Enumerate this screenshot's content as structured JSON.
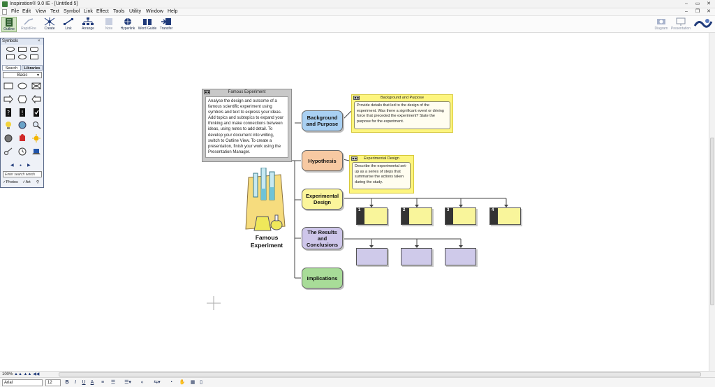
{
  "window": {
    "title": "Inspiration® 9.0 IE - [Untitled 5]"
  },
  "menu": [
    "File",
    "Edit",
    "View",
    "Text",
    "Symbol",
    "Link",
    "Effect",
    "Tools",
    "Utility",
    "Window",
    "Help"
  ],
  "toolbar": {
    "tools": [
      "Outline",
      "RapidFire",
      "Create",
      "Link",
      "Arrange",
      "Note",
      "Hyperlink",
      "Word Guide",
      "Transfer"
    ],
    "right_tools": [
      "Diagram",
      "Presentation"
    ]
  },
  "symbols_panel": {
    "title": "Symbols",
    "tabs": [
      "Search",
      "Libraries"
    ],
    "library": "Basic",
    "search_placeholder": "Enter search words",
    "checks": [
      "Photos",
      "Art"
    ]
  },
  "diagram": {
    "main_idea": "Famous\nExperiment",
    "main_note": {
      "title": "Famous Experiment",
      "body": "Analyse the design and outcome of a famous scientific experiment using symbols and text to express your ideas. Add topics and subtopics to expand your thinking and make connections between ideas, using notes to add detail. To develop your document into writing, switch to Outline View. To create a presentation, finish your work using the Presentation Manager."
    },
    "topics": [
      {
        "label": "Background\nand Purpose"
      },
      {
        "label": "Hypothesis"
      },
      {
        "label": "Experimental\nDesign"
      },
      {
        "label": "The Results\nand\nConclusions"
      },
      {
        "label": "Implications"
      }
    ],
    "background_note": {
      "title": "Background and Purpose",
      "body": "Provide details that led to the design of the experiment. Was there a significant event or driving force that preceded the experiment? State the purpose for the experiment."
    },
    "design_note": {
      "title": "Experimental Design",
      "body": "Describe the experimental set-up as a series of steps that summarise the actions taken during the study."
    },
    "steps": [
      "1",
      "2",
      "3",
      "4"
    ]
  },
  "status": {
    "zoom": "100%",
    "font": "Arial",
    "size": "12",
    "bold": "B",
    "italic": "I",
    "underline": "U",
    "underline2": "A"
  }
}
